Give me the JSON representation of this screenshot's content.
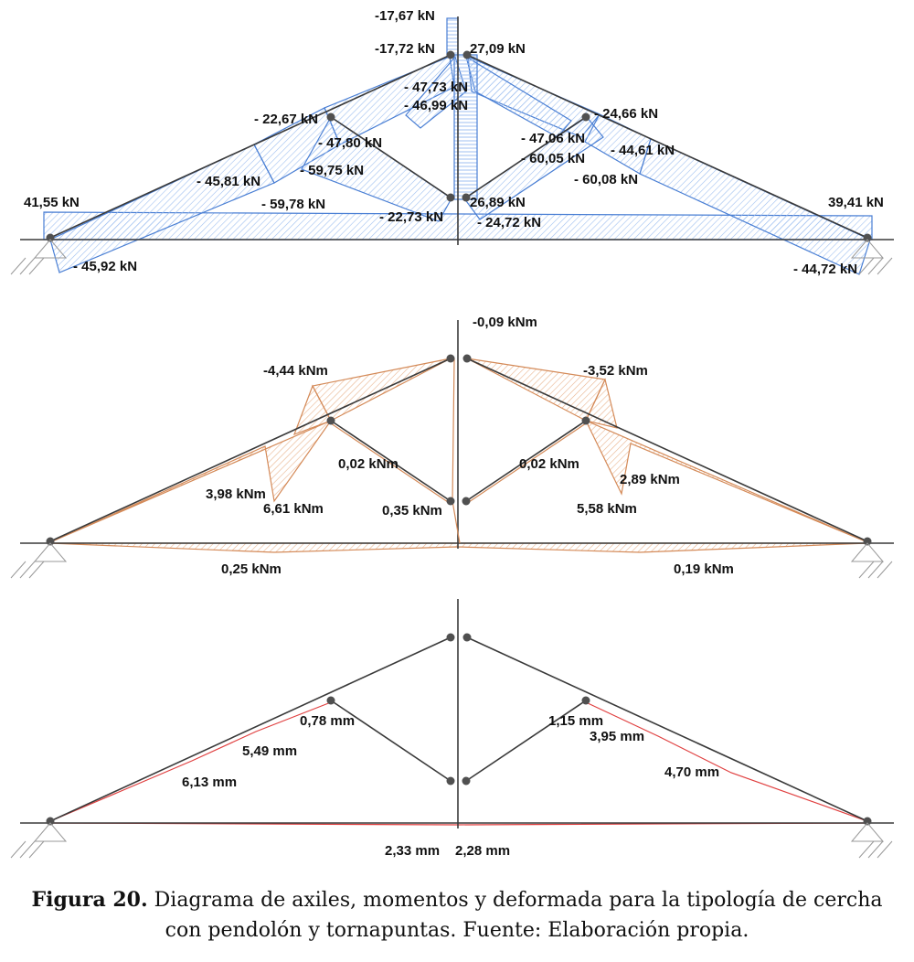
{
  "colors": {
    "member": "#3a3a3a",
    "axial": "#4a7fd4",
    "axial_hatch": "#9fbff0",
    "moment": "#d48a58",
    "moment_hatch": "#e8b48e",
    "deformed": "#e04040",
    "node": "#505050"
  },
  "axial_labels": {
    "post_top": "-17,67 kN",
    "post_left": "-17,72 kN",
    "post_right": "27,09 kN",
    "strut_top_a": "- 47,73 kN",
    "strut_top_b": "- 46,99 kN",
    "rafter_left_mid": "- 22,67 kN",
    "strut_left": "- 47,80 kN",
    "rafter_right_mid": "- 24,66 kN",
    "strut_right": "- 47,06 kN",
    "strut_right_b": "- 60,05 kN",
    "rafter_right_b": "- 44,61 kN",
    "rafter_right_c": "- 60,08 kN",
    "rafter_left_b": "- 45,81 kN",
    "rafter_left_c": "- 59,75 kN",
    "chord_left": "41,55 kN",
    "chord_mid": "- 59,78 kN",
    "chord_right": "39,41 kN",
    "post_bottom_left": "- 22,73 kN",
    "post_bottom_right": "26,89 kN",
    "post_bottom_right_b": "- 24,72 kN",
    "support_left": "- 45,92 kN",
    "support_right": "- 44,72 kN"
  },
  "moment_labels": {
    "post_top": "-0,09 kNm",
    "rafter_left_top": "-4,44 kNm",
    "rafter_right_top": "-3,52 kNm",
    "strut_left": "0,02 kNm",
    "strut_right": "0,02 kNm",
    "rafter_left_low": "3,98 kNm",
    "rafter_left_node": "6,61 kNm",
    "post_bottom": "0,35 kNm",
    "rafter_right_low": "2,89 kNm",
    "rafter_right_node": "5,58 kNm",
    "chord_left": "0,25 kNm",
    "chord_right": "0,19 kNm"
  },
  "deformation_labels": {
    "strut_node_left": "0,78 mm",
    "strut_node_right": "1,15 mm",
    "rafter_left_a": "5,49 mm",
    "rafter_left_b": "6,13 mm",
    "rafter_right_a": "3,95 mm",
    "rafter_right_b": "4,70 mm",
    "chord_left": "2,33 mm",
    "chord_right": "2,28 mm"
  },
  "caption": {
    "label": "Figura 20.",
    "text": "Diagrama de axiles, momentos y deformada para la tipología de cercha con pendolón y tornapuntas. Fuente: Elaboración propia."
  }
}
